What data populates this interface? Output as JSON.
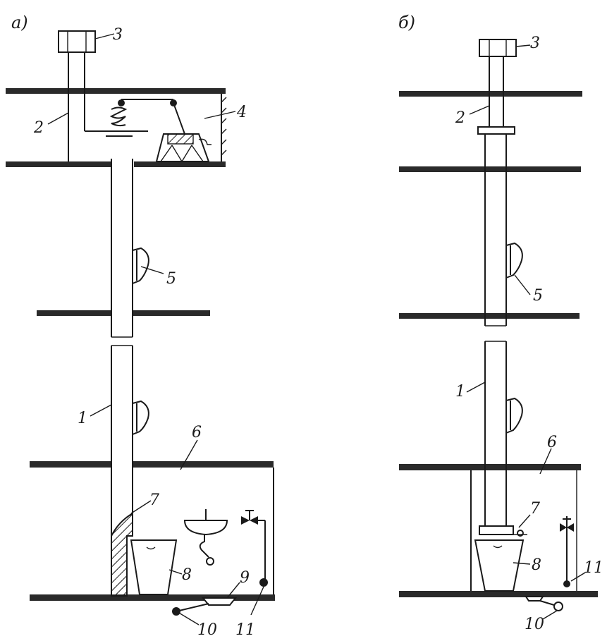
{
  "panels": [
    {
      "id": "a",
      "title": "а)",
      "labels": {
        "n1": "1",
        "n2": "2",
        "n3": "3",
        "n4": "4",
        "n5": "5",
        "n6": "6",
        "n7": "7",
        "n8": "8",
        "n9": "9",
        "n10": "10",
        "n11": "11"
      }
    },
    {
      "id": "b",
      "title": "б)",
      "labels": {
        "n1": "1",
        "n2": "2",
        "n3": "3",
        "n5": "5",
        "n6": "6",
        "n7": "7",
        "n8": "8",
        "n10": "10",
        "n11": "11"
      }
    }
  ],
  "colors": {
    "ink": "#1a1a1a",
    "paper": "#ffffff"
  }
}
